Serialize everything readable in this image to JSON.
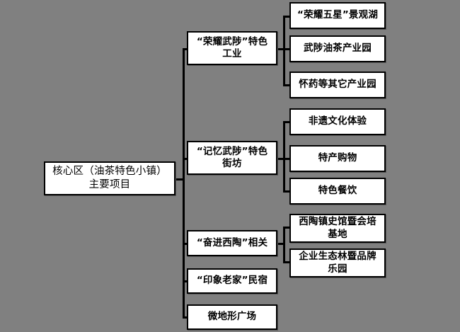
{
  "diagram": {
    "type": "org-tree",
    "background_color": "#808080",
    "box_fill_color": "#ffffff",
    "box_border_color": "#000000",
    "connector_color": "#000000",
    "root": {
      "label": "核心区（油茶特色小镇）\n主要项目"
    },
    "branches": [
      {
        "label": "“荣耀武陟”特色\n工业",
        "children": [
          {
            "label": "“荣耀五星”景观湖"
          },
          {
            "label": "武陟油茶产业园"
          },
          {
            "label": "怀药等其它产业园"
          }
        ]
      },
      {
        "label": "“记忆武陟”特色\n街坊",
        "children": [
          {
            "label": "非遗文化体验"
          },
          {
            "label": "特产购物"
          },
          {
            "label": "特色餐饮"
          }
        ]
      },
      {
        "label": "“奋进西陶”相关",
        "children": [
          {
            "label": "西陶镇史馆暨会培\n基地"
          },
          {
            "label": "企业生态林暨品牌\n乐园"
          }
        ]
      },
      {
        "label": "“印象老家”民宿",
        "children": []
      },
      {
        "label": "微地形广场",
        "children": []
      }
    ]
  }
}
